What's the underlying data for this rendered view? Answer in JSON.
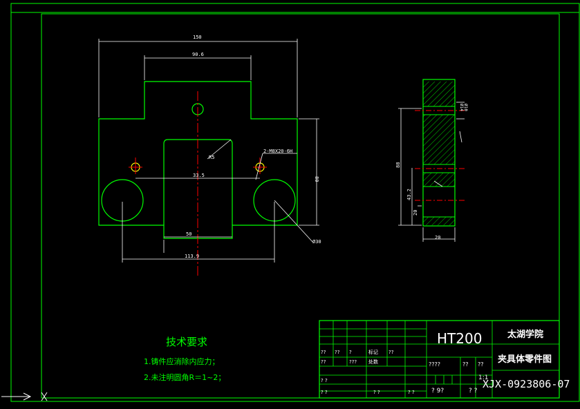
{
  "drawing": {
    "dims": {
      "w150": "150",
      "w90": "90.6",
      "r5": "R5",
      "thread": "2-M8X20-6H",
      "d335": "33.5",
      "h80": "80",
      "w50": "50",
      "d113": "113.9",
      "phi30": "Ø30",
      "side_total": "88",
      "side_mid": "43.2",
      "side_low": "20",
      "side_width": "20",
      "side_bore_a": "Ø14",
      "side_bore_b": "Ø10"
    },
    "notes": {
      "title": "技术要求",
      "line1": "1.铸件应消除内应力；",
      "line2": "2.未注明圆角R＝1~2；"
    }
  },
  "title_block": {
    "material": "HT200",
    "school": "太湖学院",
    "part_name": "夹具体零件图",
    "scale": "1:1",
    "drawing_no": "XJX-0923806-07",
    "garbled": [
      "??",
      "??",
      "?",
      "??",
      "??",
      "???",
      "??",
      "??",
      "????",
      "??",
      "??",
      "? ?",
      "? ?",
      "? 9?",
      "? ?",
      "? ?",
      "? ?"
    ],
    "mark_a": "标记",
    "mark_b": "处数"
  }
}
